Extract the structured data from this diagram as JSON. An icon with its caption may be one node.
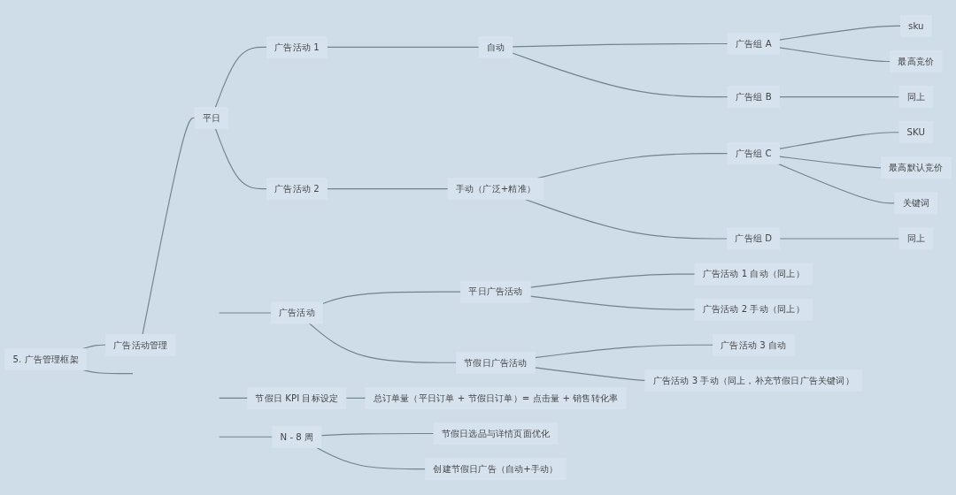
{
  "diagram": {
    "nodes": [
      {
        "text": [
          "5. 广告管理框架"
        ]
      },
      {
        "text": [
          "广告活动管理"
        ]
      },
      {
        "text": [
          "平日"
        ]
      },
      {
        "text": [
          "广告活动 1"
        ]
      },
      {
        "text": [
          "自动"
        ]
      },
      {
        "text": [
          "广告组 A"
        ]
      },
      {
        "text": [
          "sku"
        ]
      },
      {
        "text": [
          "最高竞价"
        ]
      },
      {
        "text": [
          "广告组 B"
        ]
      },
      {
        "text": [
          "同上"
        ]
      },
      {
        "text": [
          "广告活动 2"
        ]
      },
      {
        "text": [
          "手动（广泛+精准）"
        ]
      },
      {
        "text": [
          "广告组 C"
        ]
      },
      {
        "text": [
          "SKU"
        ]
      },
      {
        "text": [
          "最高默认竞价"
        ]
      },
      {
        "text": [
          "关键词"
        ]
      },
      {
        "text": [
          "广告组 D"
        ]
      },
      {
        "text": [
          "同上"
        ]
      },
      {
        "text": [
          "广告活动"
        ]
      },
      {
        "text": [
          "平日广告活动"
        ]
      },
      {
        "text": [
          "广告活动 1 自动（同上）"
        ]
      },
      {
        "text": [
          "广告活动 2 手动（同上）"
        ]
      },
      {
        "text": [
          "节假日广告活动"
        ]
      },
      {
        "text": [
          "广告活动 3 自动"
        ]
      },
      {
        "text": [
          "广告活动 3 手动（同上，补充节假日广告关键词）"
        ]
      },
      {
        "text": [
          "节假日 KPI 目标设定"
        ]
      },
      {
        "text": [
          "总订单量（平日订单 + 节假日订单）= 点击量 + 销售转化率"
        ]
      },
      {
        "text": [
          "N - 8 周"
        ]
      },
      {
        "text": [
          "节假日选品与详情页面优化"
        ]
      },
      {
        "text": [
          "创建节假日广告（自动+手动）"
        ]
      }
    ],
    "edges": [
      {
        "from": 0,
        "to": null,
        "arrow": "none"
      },
      {
        "from": 0,
        "to": 1,
        "arrow": "none"
      },
      {
        "from": 1,
        "to": 2,
        "arrow": "none"
      },
      {
        "from": 2,
        "to": 3,
        "arrow": "none"
      },
      {
        "from": 3,
        "to": 4,
        "arrow": "none"
      },
      {
        "from": 4,
        "to": 5,
        "arrow": "none"
      },
      {
        "from": 5,
        "to": 6,
        "arrow": "none"
      },
      {
        "from": 5,
        "to": 7,
        "arrow": "none"
      },
      {
        "from": 4,
        "to": 8,
        "arrow": "none"
      },
      {
        "from": 8,
        "to": 9,
        "arrow": "none"
      },
      {
        "from": 2,
        "to": 10,
        "arrow": "none"
      },
      {
        "from": 10,
        "to": 11,
        "arrow": "none"
      },
      {
        "from": 11,
        "to": 12,
        "arrow": "none"
      },
      {
        "from": 12,
        "to": 13,
        "arrow": "none"
      },
      {
        "from": 12,
        "to": 14,
        "arrow": "none"
      },
      {
        "from": 12,
        "to": 15,
        "arrow": "none"
      },
      {
        "from": 11,
        "to": 16,
        "arrow": "none"
      },
      {
        "from": 16,
        "to": 17,
        "arrow": "none"
      },
      {
        "from": null,
        "to": 18,
        "arrow": "none"
      },
      {
        "from": 18,
        "to": 19,
        "arrow": "none"
      },
      {
        "from": 19,
        "to": 20,
        "arrow": "none"
      },
      {
        "from": 19,
        "to": 21,
        "arrow": "none"
      },
      {
        "from": 18,
        "to": 22,
        "arrow": "none"
      },
      {
        "from": 22,
        "to": 23,
        "arrow": "none"
      },
      {
        "from": 22,
        "to": 24,
        "arrow": "none"
      },
      {
        "from": null,
        "to": 25,
        "arrow": "none"
      },
      {
        "from": 25,
        "to": 26,
        "arrow": "none"
      },
      {
        "from": null,
        "to": 27,
        "arrow": "none"
      },
      {
        "from": 27,
        "to": 28,
        "arrow": "none"
      },
      {
        "from": 27,
        "to": 29,
        "arrow": "none"
      }
    ]
  }
}
